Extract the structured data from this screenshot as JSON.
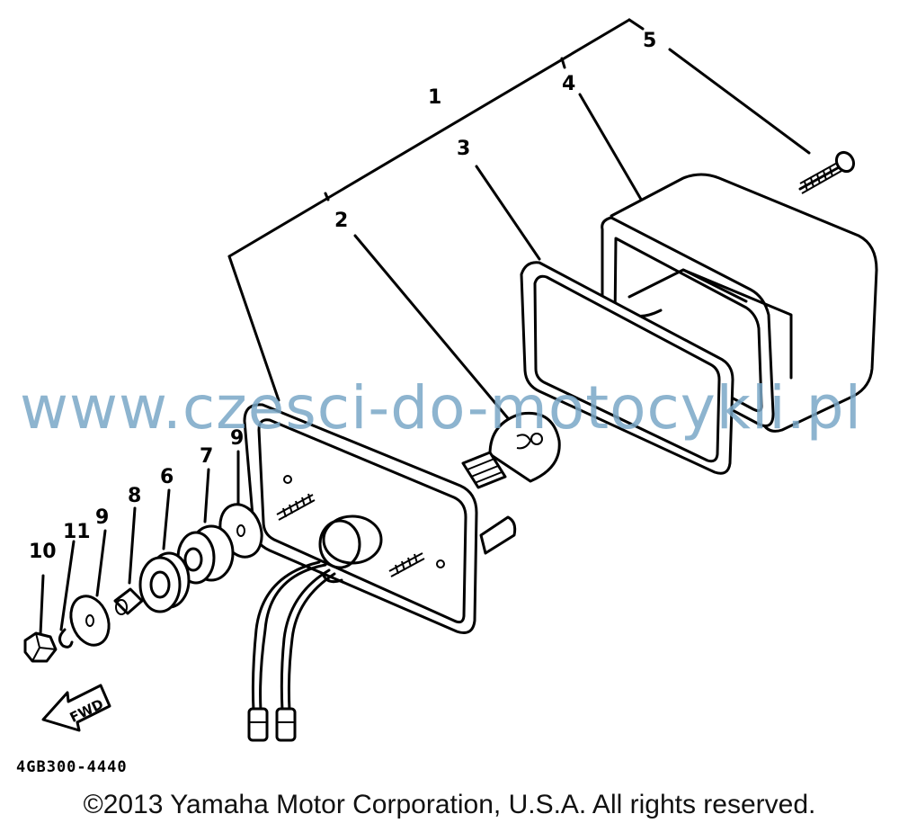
{
  "callouts": {
    "c1": "1",
    "c2": "2",
    "c3": "3",
    "c4": "4",
    "c5": "5",
    "c6": "6",
    "c7": "7",
    "c8": "8",
    "c9a": "9",
    "c9b": "9",
    "c10": "10",
    "c11": "11"
  },
  "fwd_label": "FWD",
  "part_code": "4GB300-4440",
  "watermark": "www.czesci-do-motocykli.pl",
  "copyright": "©2013 Yamaha Motor Corporation, U.S.A. All rights reserved."
}
